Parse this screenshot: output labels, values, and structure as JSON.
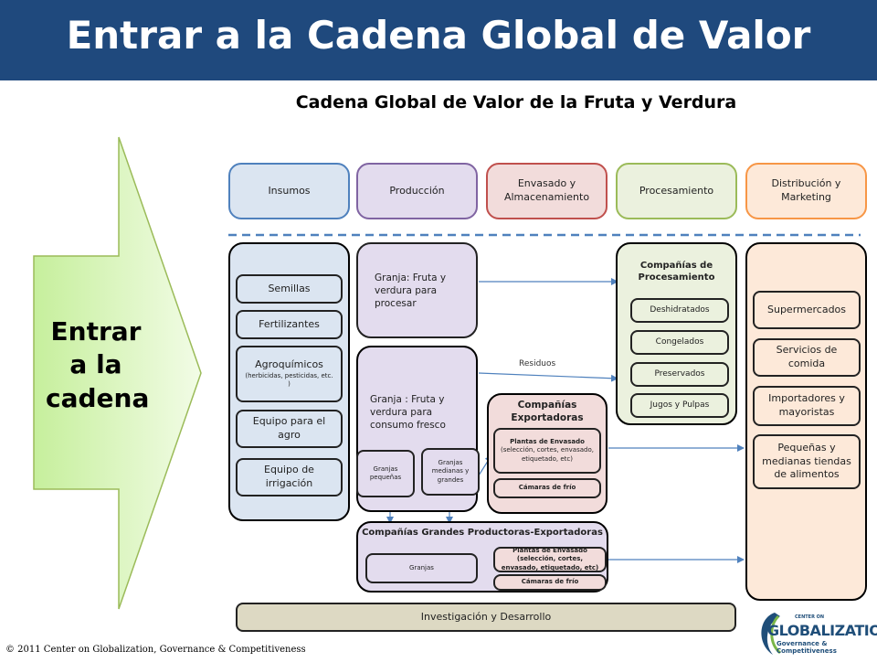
{
  "header": {
    "title": "Entrar a la Cadena Global de Valor",
    "subtitle": "Cadena Global de Valor de la Fruta y Verdura"
  },
  "entry_arrow": {
    "line1": "Entrar",
    "line2": "a la",
    "line3": "cadena"
  },
  "columns": {
    "insumos": "Insumos",
    "produccion": "Producción",
    "envasado": "Envasado y Almacenamiento",
    "procesamiento": "Procesamiento",
    "distribucion": "Distribución y Marketing"
  },
  "insumos_items": {
    "semillas": "Semillas",
    "fertilizantes": "Fertilizantes",
    "agroquimicos": "Agroquímicos",
    "agroquimicos_note": "(herbicidas, pesticidas, etc. )",
    "equipo_agro": "Equipo para el agro",
    "equipo_irrigacion": "Equipo de irrigación"
  },
  "produccion": {
    "granja_procesar": "Granja: Fruta y verdura para procesar",
    "granja_fresco": "Granja : Fruta y verdura para consumo fresco",
    "granjas_pequenas": "Granjas pequeñas",
    "granjas_medianas": "Granjas medianas y grandes"
  },
  "exportadoras": {
    "title": "Compañías Exportadoras",
    "plantas": "Plantas de Envasado",
    "plantas_note": "(selección, cortes, envasado, etiquetado, etc)",
    "camaras": "Cámaras de frío"
  },
  "grandes": {
    "title": "Compañías Grandes Productoras-Exportadoras",
    "granjas": "Granjas",
    "plantas": "Plantas de Envasado (selección, cortes, envasado, etiquetado, etc)",
    "camaras": "Cámaras de frío"
  },
  "procesamiento": {
    "title": "Compañías de Procesamiento",
    "deshidratados": "Deshidratados",
    "congelados": "Congelados",
    "preservados": "Preservados",
    "jugos": "Jugos y Pulpas"
  },
  "residuos": "Residuos",
  "distribucion_items": {
    "supermercados": "Supermercados",
    "servicios": "Servicios de comida",
    "importadores": "Importadores y mayoristas",
    "pequenas": "Pequeñas y medianas tiendas de alimentos"
  },
  "investigacion": "Investigación y Desarrollo",
  "footer": "© 2011 Center on Globalization, Governance & Competitiveness",
  "logo": {
    "top": "CENTER ON",
    "main": "GLOBALIZATION",
    "sub": "Governance & Competitiveness"
  }
}
